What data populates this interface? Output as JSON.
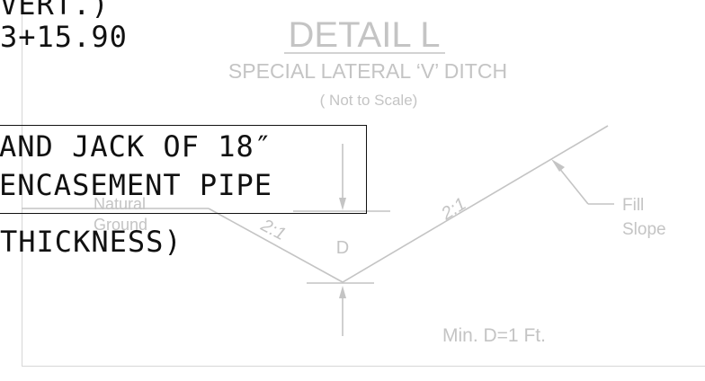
{
  "overlay": {
    "line1": "VERT.)",
    "line2": "3+15.90",
    "callout_line1": "AND JACK OF 18″",
    "callout_line2": "ENCASEMENT PIPE",
    "line3": "THICKNESS)"
  },
  "detail": {
    "title": "DETAIL L",
    "subtitle": "SPECIAL LATERAL ‘V’ DITCH",
    "scale_note": "( Not to  Scale)",
    "natural_ground_1": "Natural",
    "natural_ground_2": "Ground",
    "slope_left": "2:1",
    "slope_right": "2:1",
    "depth_label": "D",
    "fill_slope_1": "Fill",
    "fill_slope_2": "Slope",
    "min_depth": "Min. D=1 Ft."
  },
  "colors": {
    "drawing_gray": "#c4c4c4",
    "overlay_black": "#111111"
  }
}
